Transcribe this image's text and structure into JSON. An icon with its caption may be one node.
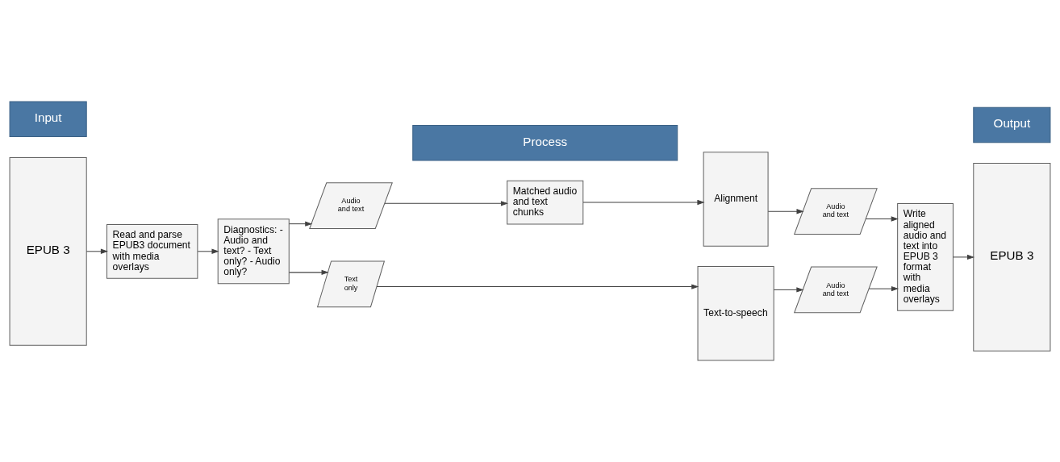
{
  "diagram": {
    "nodes": [
      {
        "text": [
          "Input"
        ]
      },
      {
        "text": [
          "Process"
        ]
      },
      {
        "text": [
          "Output"
        ]
      },
      {
        "text": [
          "EPUB 3"
        ]
      },
      {
        "text": [
          "Read and parse EPUB3 document with media overlays"
        ]
      },
      {
        "text": [
          "Diagnostics: - Audio and text? - Text only? - Audio only?"
        ]
      },
      {
        "text": [
          "Audio and text"
        ]
      },
      {
        "text": [
          "Matched audio and text chunks"
        ]
      },
      {
        "text": [
          "Alignment"
        ]
      },
      {
        "text": [
          "Audio and text"
        ]
      },
      {
        "text": [
          "Text only"
        ]
      },
      {
        "text": [
          "Text-to-speech"
        ]
      },
      {
        "text": [
          "Audio and text"
        ]
      },
      {
        "text": [
          "Write aligned audio and text into EPUB 3 format with media overlays"
        ]
      },
      {
        "text": [
          "EPUB 3"
        ]
      }
    ],
    "edges": [
      {
        "from": 3,
        "to": 4,
        "arrow": "to"
      },
      {
        "from": 4,
        "to": 5,
        "arrow": "to"
      },
      {
        "from": 5,
        "to": 6,
        "arrow": "to"
      },
      {
        "from": 5,
        "to": 10,
        "arrow": "to"
      },
      {
        "from": 6,
        "to": 7,
        "arrow": "to"
      },
      {
        "from": 7,
        "to": 8,
        "arrow": "to"
      },
      {
        "from": 8,
        "to": 9,
        "arrow": "to"
      },
      {
        "from": 10,
        "to": 11,
        "arrow": "to"
      },
      {
        "from": 11,
        "to": 12,
        "arrow": "to"
      },
      {
        "from": 9,
        "to": 13,
        "arrow": "to"
      },
      {
        "from": 12,
        "to": 13,
        "arrow": "to"
      },
      {
        "from": 13,
        "to": 14,
        "arrow": "to"
      }
    ]
  }
}
